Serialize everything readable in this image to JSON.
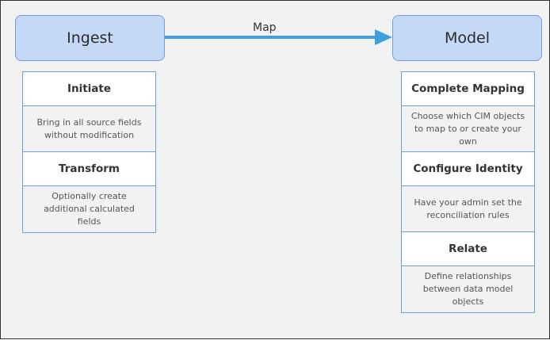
{
  "arrow": {
    "label": "Map",
    "color": "#3f9fe0"
  },
  "left": {
    "title": "Ingest",
    "steps": [
      {
        "title": "Initiate",
        "desc": "Bring in all source fields without modification"
      },
      {
        "title": "Transform",
        "desc": "Optionally create additional calculated fields"
      }
    ]
  },
  "right": {
    "title": "Model",
    "steps": [
      {
        "title": "Complete Mapping",
        "desc": "Choose which CIM objects to map to or create your own"
      },
      {
        "title": "Configure Identity",
        "desc": "Have your admin set the reconciliation rules"
      },
      {
        "title": "Relate",
        "desc": "Define relationships between data model objects"
      }
    ]
  },
  "colors": {
    "header_fill": "#c5d9f6",
    "border": "#6aa0de",
    "background": "#f2f2f2"
  }
}
